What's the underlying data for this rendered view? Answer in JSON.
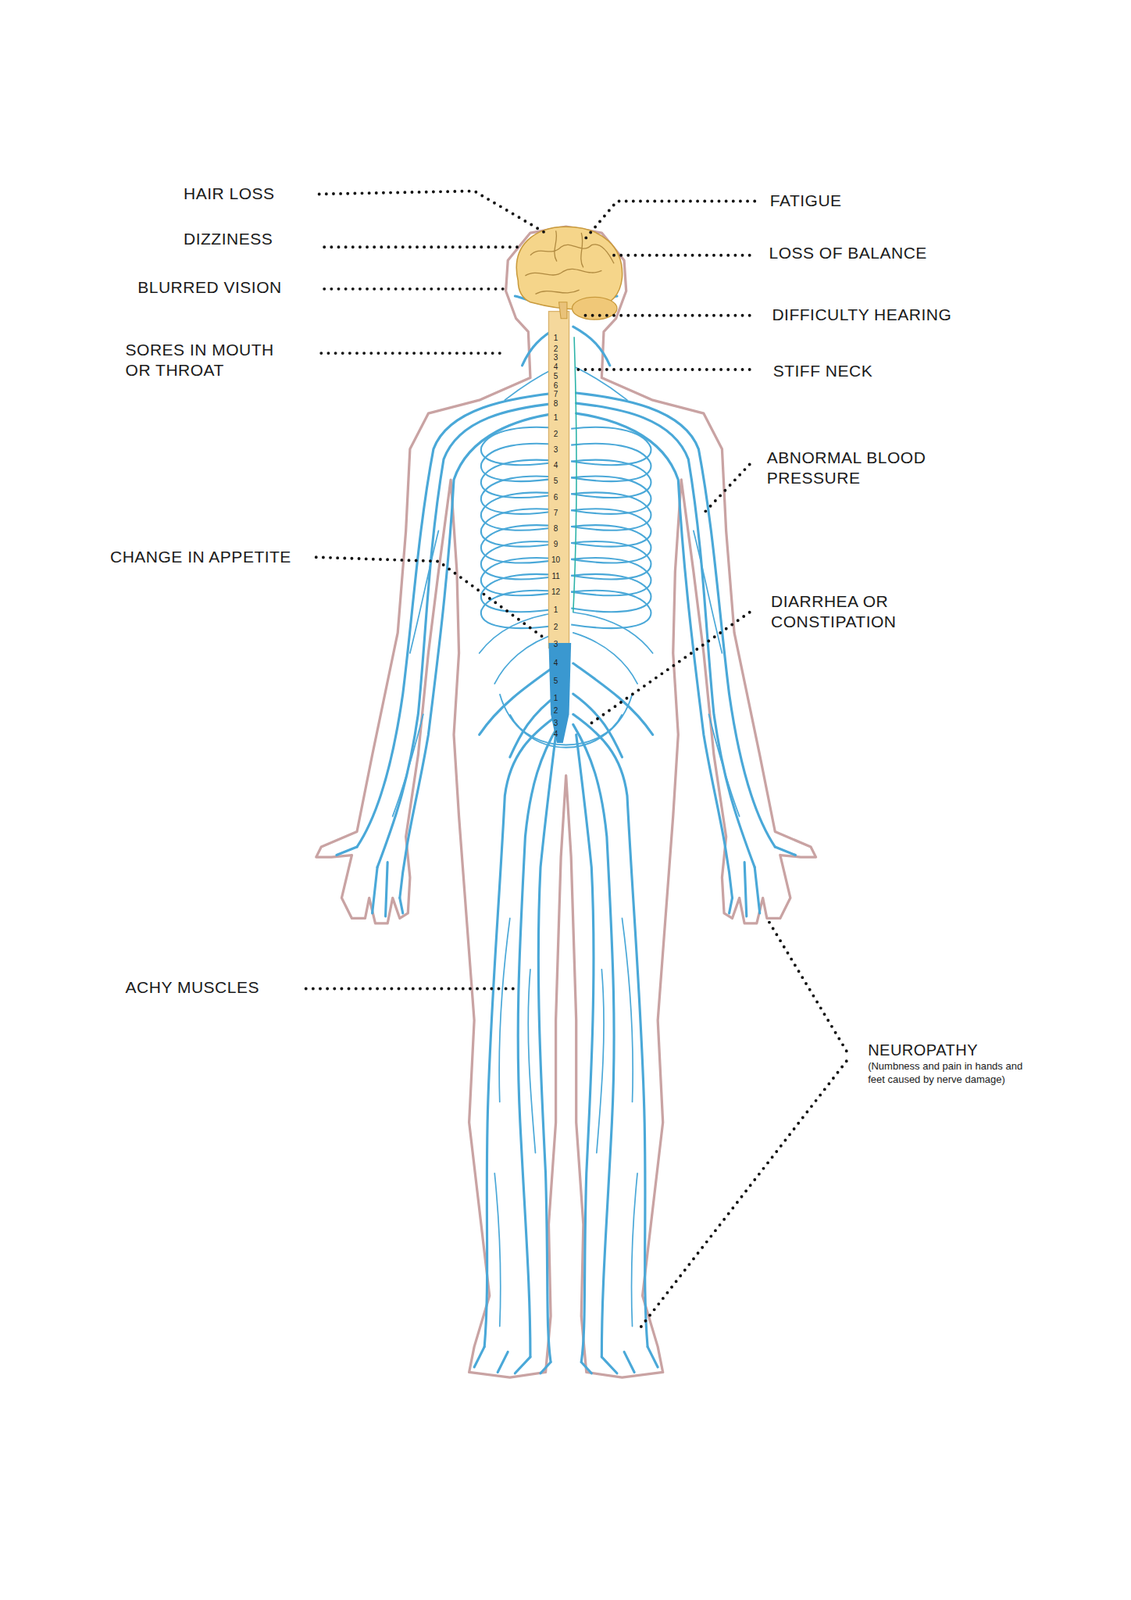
{
  "diagram": {
    "labels": [
      "HAIR LOSS",
      "FATIGUE",
      "DIZZINESS",
      "LOSS OF BALANCE",
      "BLURRED VISION",
      "DIFFICULTY HEARING",
      "SORES IN MOUTH OR THROAT",
      "STIFF NECK",
      "ABNORMAL BLOOD PRESSURE",
      "CHANGE IN APPETITE",
      "DIARRHEA OR CONSTIPATION",
      "ACHY MUSCLES",
      "NEUROPATHY",
      "(Numbness and pain in hands and feet caused by nerve damage)",
      "1",
      "2",
      "3",
      "4",
      "5",
      "6",
      "7",
      "8",
      "1",
      "2",
      "3",
      "4",
      "5",
      "6",
      "7",
      "8",
      "9",
      "10",
      "11",
      "12",
      "1",
      "2",
      "3",
      "4",
      "5",
      "1",
      "2",
      "3",
      "4"
    ]
  }
}
